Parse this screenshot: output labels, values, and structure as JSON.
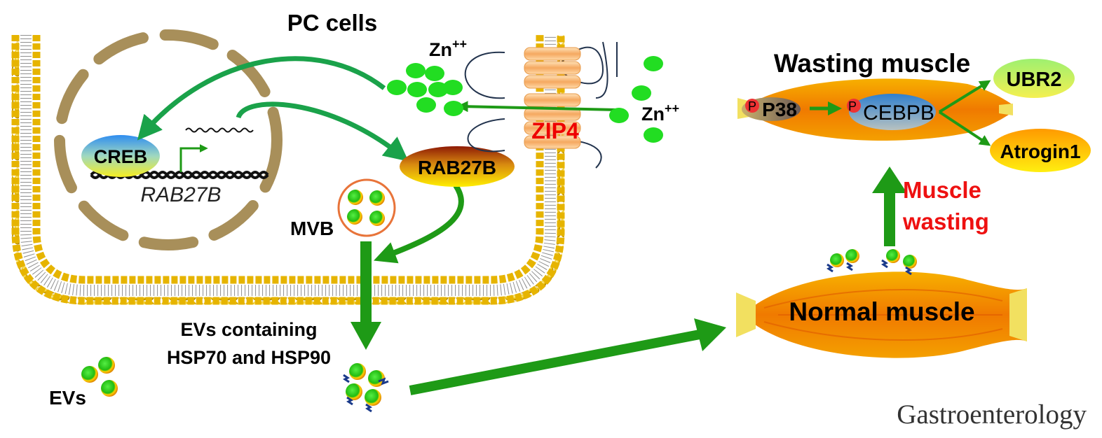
{
  "labels": {
    "title": "PC cells",
    "zn_inside": "Zn",
    "zn_inside_sup": "++",
    "zn_outside": "Zn",
    "zn_outside_sup": "++",
    "zip4": "ZIP4",
    "creb": "CREB",
    "rab27b_gene": "RAB27B",
    "rab27b_protein": "RAB27B",
    "mvb": "MVB",
    "evs_containing_line1": "EVs containing",
    "evs_containing_line2": "HSP70 and HSP90",
    "evs": "EVs",
    "wasting_muscle": "Wasting muscle",
    "p_mark_1": "P",
    "p38": "P38",
    "p_mark_2": "P",
    "cebpb": "CEBPB",
    "ubr2": "UBR2",
    "atrogin1": "Atrogin1",
    "muscle_wasting_line1": "Muscle",
    "muscle_wasting_line2": "wasting",
    "normal_muscle": "Normal muscle",
    "journal": "Gastroenterology"
  },
  "colors": {
    "arrow_green": "#1aa24a",
    "dark_green": "#1e9a16",
    "membrane_gold": "#e6b400",
    "nucleus_brown": "#a88f5a",
    "zinc_green": "#22dd22",
    "zip4_text_red": "#ee0000",
    "muscle_orange": "#f08a00",
    "muscle_wasting_red": "#ee1111"
  }
}
